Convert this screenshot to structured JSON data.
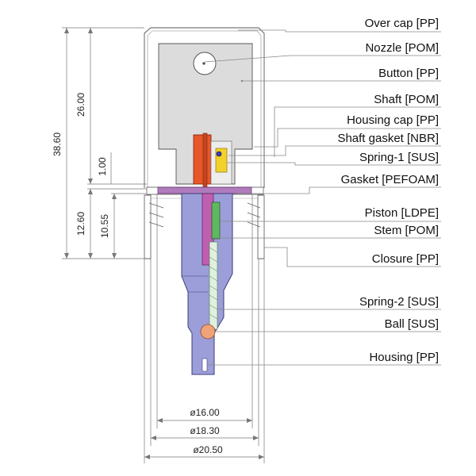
{
  "parts": [
    {
      "label": "Over cap [PP]"
    },
    {
      "label": "Nozzle [POM]"
    },
    {
      "label": "Button [PP]"
    },
    {
      "label": "Shaft [POM]"
    },
    {
      "label": "Housing cap [PP]"
    },
    {
      "label": "Shaft gasket [NBR]"
    },
    {
      "label": "Spring-1 [SUS]"
    },
    {
      "label": "Gasket [PEFOAM]"
    },
    {
      "label": "Piston [LDPE]"
    },
    {
      "label": "Stem [POM]"
    },
    {
      "label": "Closure [PP]"
    },
    {
      "label": "Spring-2 [SUS]"
    },
    {
      "label": "Ball [SUS]"
    },
    {
      "label": "Housing [PP]"
    }
  ],
  "dimensions": {
    "total_height": "38.60",
    "upper_height": "26.00",
    "gap": "1.00",
    "lower_height": "12.60",
    "closure_height": "10.55",
    "diameter_inner": "ø16.00",
    "diameter_mid": "ø18.30",
    "diameter_outer": "ø20.50"
  },
  "colors": {
    "overcap": "#ffffff",
    "button": "#dcdcdc",
    "shaft": "#e8572a",
    "housing": "#9b9ed8",
    "gasket": "#b07bbd",
    "piston": "#5fb85f",
    "spring1": "#f2d12a",
    "ball": "#f0a37a"
  }
}
